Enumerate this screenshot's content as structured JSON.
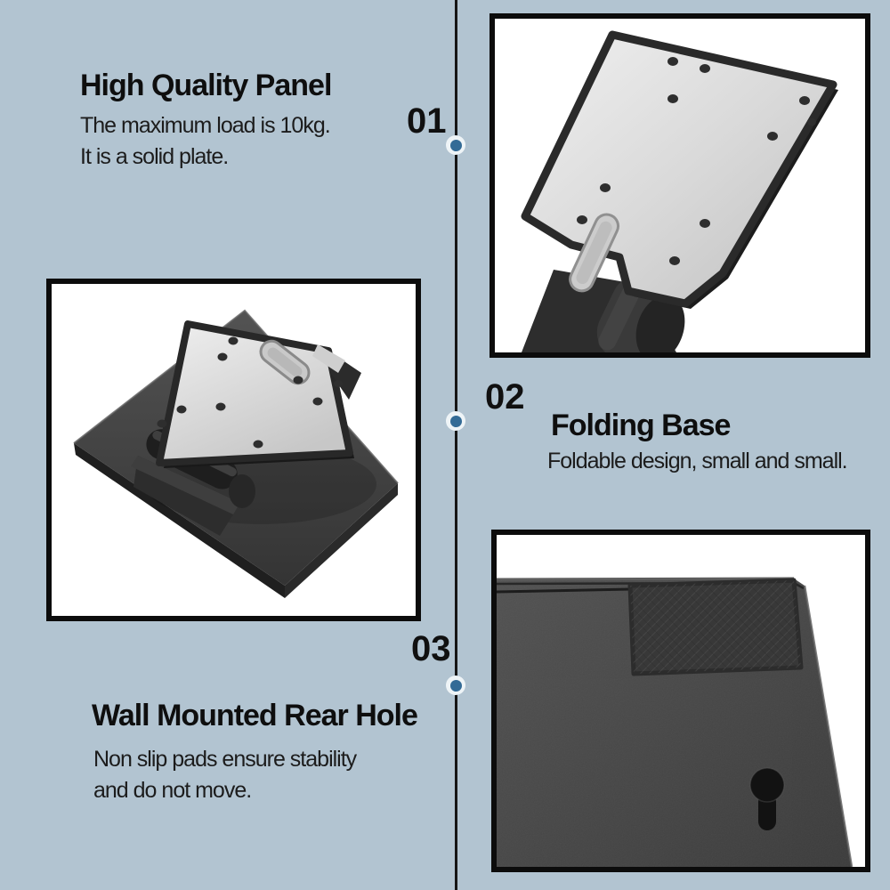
{
  "colors": {
    "background": "#b2c4d1",
    "divider": "#161616",
    "dot_fill": "#336b96",
    "dot_ring": "#eef4f7",
    "frame_border": "#0c0c0c",
    "text": "#0e0e0e"
  },
  "sections": [
    {
      "number": "01",
      "title": "High Quality Panel",
      "body": "The maximum load is 10kg.\nIt is a solid plate."
    },
    {
      "number": "02",
      "title": "Folding Base",
      "body": "Foldable design, small and small."
    },
    {
      "number": "03",
      "title": "Wall Mounted Rear Hole",
      "body": "Non slip pads ensure stability\nand do not move."
    }
  ]
}
